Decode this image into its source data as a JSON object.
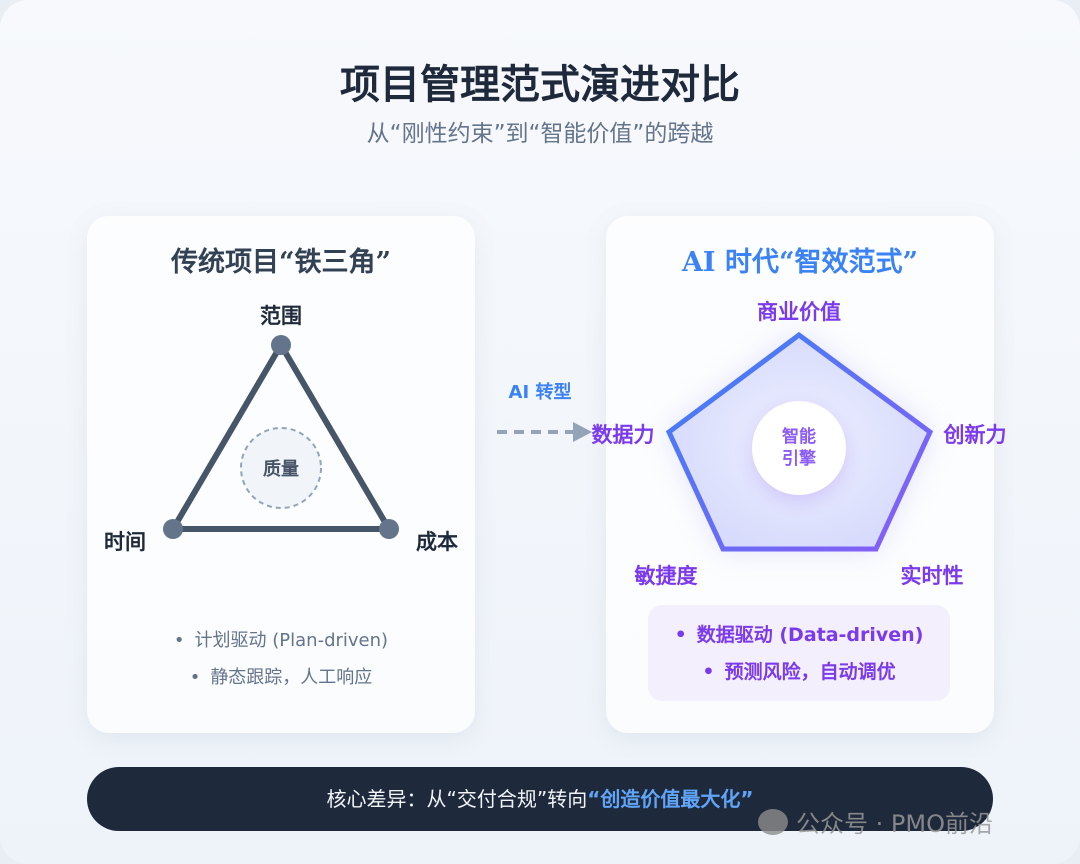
{
  "header": {
    "title": "项目管理范式演进对比",
    "subtitle": "从“刚性约束”到“智能价值”的跨越"
  },
  "left_card": {
    "title": "传统项目“铁三角”",
    "vertices": {
      "top": "范围",
      "left": "时间",
      "right": "成本"
    },
    "center": "质量",
    "bullets": [
      "计划驱动 (Plan-driven)",
      "静态跟踪，人工响应"
    ]
  },
  "transition": {
    "label": "AI 转型"
  },
  "right_card": {
    "title": "AI 时代“智效范式”",
    "vertices": {
      "top": "商业价值",
      "right": "创新力",
      "bottom_right": "实时性",
      "bottom_left": "敏捷度",
      "left": "数据力"
    },
    "center_line1": "智能",
    "center_line2": "引擎",
    "bullets": [
      "数据驱动 (Data-driven)",
      "预测风险，自动调优"
    ]
  },
  "footer": {
    "prefix": "核心差异：从“交付合规”转向",
    "highlight": "“创造价值最大化”"
  },
  "watermark": "公众号 · PMO前沿",
  "colors": {
    "dark": "#1e293b",
    "blue": "#3b82f6",
    "purple": "#7c3aed",
    "gray": "#64748b"
  },
  "bullet_symbol": "•"
}
